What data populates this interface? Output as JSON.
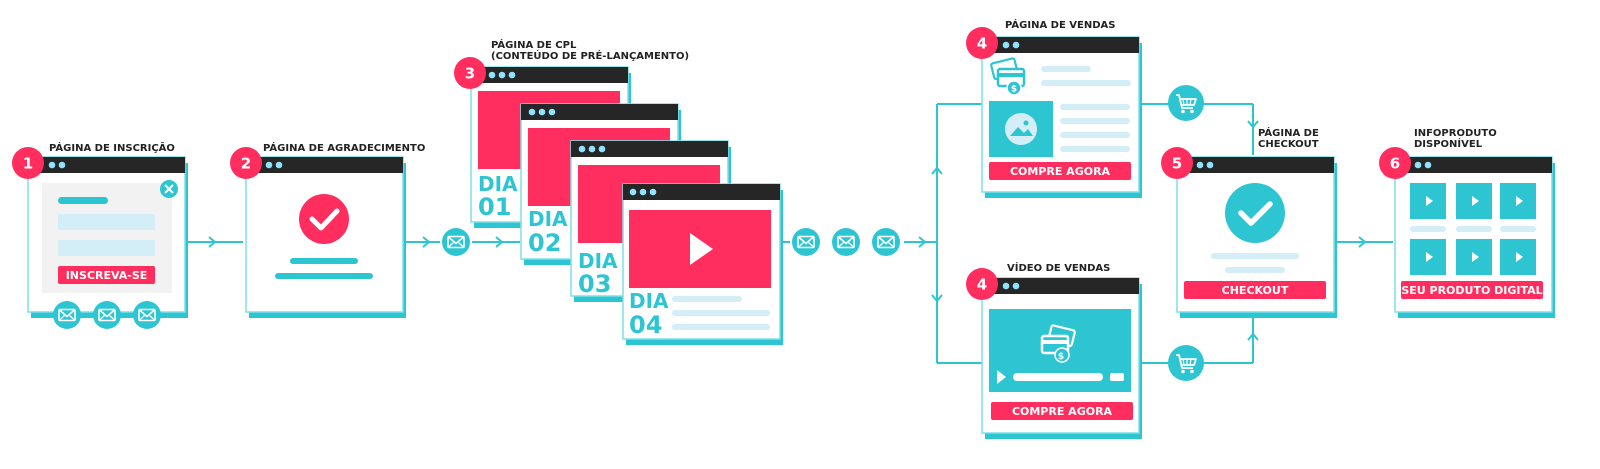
{
  "colors": {
    "teal": "#2ec5d3",
    "pink": "#ff2e5e",
    "dark": "#262626",
    "light": "#d3eef6",
    "cyan_border": "#7fdfe6"
  },
  "steps": {
    "s1": {
      "num": "1",
      "label": "PÁGINA DE INSCRIÇÃO",
      "button": "INSCREVA-SE"
    },
    "s2": {
      "num": "2",
      "label": "PÁGINA DE AGRADECIMENTO"
    },
    "s3": {
      "num": "3",
      "label_line1": "PÁGINA DE CPL",
      "label_line2": "(CONTEÚDO DE PRÉ-LANÇAMENTO)",
      "days": [
        "DIA",
        "01",
        "DIA",
        "02",
        "DIA",
        "03",
        "DIA",
        "04"
      ]
    },
    "s4a": {
      "num": "4",
      "label": "PÁGINA DE VENDAS",
      "button": "COMPRE AGORA"
    },
    "s4b": {
      "num": "4",
      "label": "VÍDEO DE VENDAS",
      "button": "COMPRE AGORA"
    },
    "s5": {
      "num": "5",
      "label_line1": "PÁGINA DE",
      "label_line2": "CHECKOUT",
      "button": "CHECKOUT"
    },
    "s6": {
      "num": "6",
      "label_line1": "INFOPRODUTO",
      "label_line2": "DISPONÍVEL",
      "button": "SEU PRODUTO DIGITAL"
    }
  },
  "icons": [
    "email-icon",
    "cart-icon",
    "check-icon",
    "play-icon",
    "close-icon",
    "image-icon",
    "money-card-icon"
  ]
}
